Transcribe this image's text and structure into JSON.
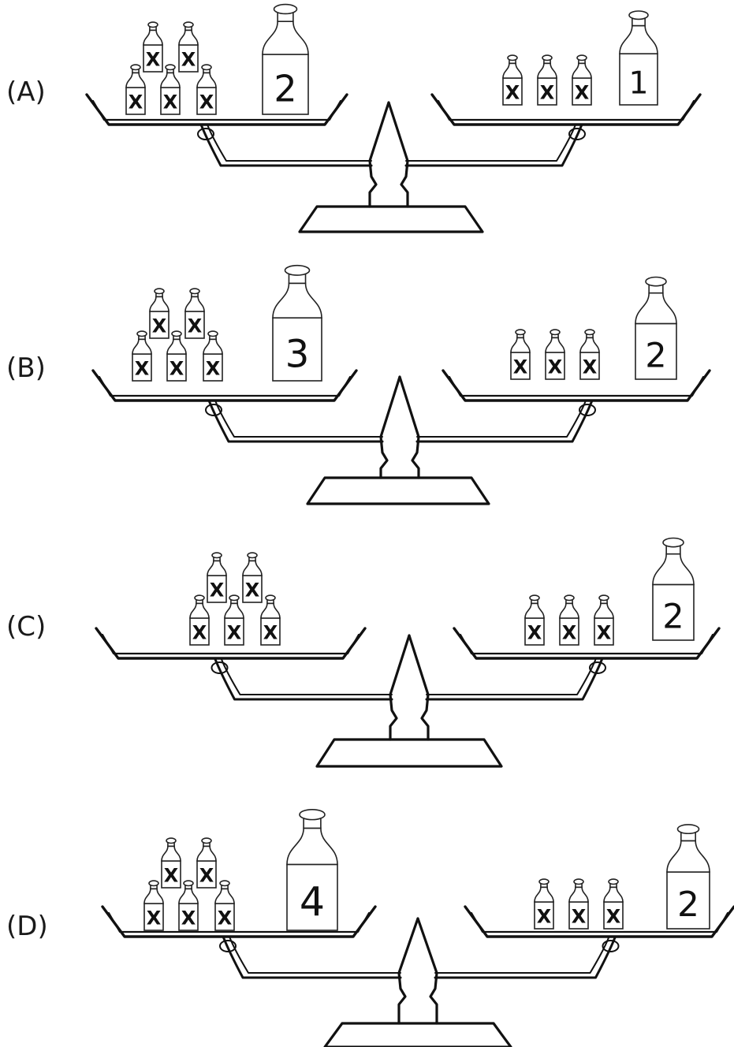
{
  "options": [
    {
      "label": "(A)",
      "left": {
        "unknown_bottles": 5,
        "bottle_label": "x",
        "known_bottle": "2"
      },
      "right": {
        "unknown_bottles": 3,
        "bottle_label": "x",
        "known_bottle": "1"
      }
    },
    {
      "label": "(B)",
      "left": {
        "unknown_bottles": 5,
        "bottle_label": "x",
        "known_bottle": "3"
      },
      "right": {
        "unknown_bottles": 3,
        "bottle_label": "x",
        "known_bottle": "2"
      }
    },
    {
      "label": "(C)",
      "left": {
        "unknown_bottles": 5,
        "bottle_label": "x",
        "known_bottle": ""
      },
      "right": {
        "unknown_bottles": 3,
        "bottle_label": "x",
        "known_bottle": "2"
      }
    },
    {
      "label": "(D)",
      "left": {
        "unknown_bottles": 5,
        "bottle_label": "x",
        "known_bottle": "4"
      },
      "right": {
        "unknown_bottles": 3,
        "bottle_label": "x",
        "known_bottle": "2"
      }
    }
  ],
  "colors": {
    "line": "#111111",
    "background": "#ffffff"
  }
}
